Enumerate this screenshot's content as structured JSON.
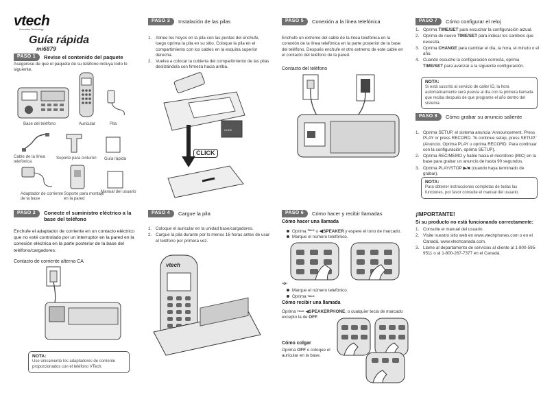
{
  "brand": {
    "logo": "vtech",
    "tagline": "Innovative Technology"
  },
  "title": "Guía rápida",
  "model": "mi6879",
  "step1": {
    "pill": "PASO 1",
    "title": "Revise el contenido del paquete",
    "text": "Asegúrese de que el paquete de su teléfono incluya todo lo siguiente.",
    "items": [
      "Base del teléfono",
      "Auricular",
      "Pila",
      "Cable de la línea telefónica",
      "Soporte para cinturón",
      "Guía rápida",
      "Adaptador de corriente de la base",
      "Soporte para montaje en la pared",
      "Manual del usuario"
    ]
  },
  "step2": {
    "pill": "PASO 2",
    "title1": "Conecte el suministro eléctrico a la",
    "title2": "base del teléfono",
    "text": "Enchufe el adaptador de corriente en un contacto eléctrico que no esté controlado por un interruptor en la pared en la conexión eléctrica en la parte posterior de la base del teléfono/cargadores.",
    "sub": "Contacto de corriente alterna CA",
    "note_title": "NOTA:",
    "note_body": "Use únicamente los adaptadores de corriente proporcionados con el teléfono VTech."
  },
  "step3": {
    "pill": "PASO 3",
    "title": "Instalación de las pilas",
    "items": [
      "Alinee los hoyos en la pila con las puntas del enchufe, luego oprima la pila en su sitio. Coloque la pila en el compartimiento con los cables en la esquina superior derecha.",
      "Vuelva a colocar la cubierta del compartimiento de las pilas deslizándola con firmeza hacia arriba."
    ],
    "click": "CLICK",
    "click_small": "CLICK"
  },
  "step4": {
    "pill": "PASO 4",
    "title": "Cargue la pila",
    "items": [
      "Coloque el auricular en la unidad base/cargadores.",
      "Cargue la pila durante por lo menos 16 horas antes de usar el teléfono por primera vez."
    ],
    "phone_logo": "vtech"
  },
  "step5": {
    "pill": "PASO 5",
    "title": "Conexión a la línea telefónica",
    "text": "Enchufe un extremo del cable de la línea telefónica en la conexión de la línea telefónica en la parte posterior de la base del teléfono. Después enchufe el otro extremo de este cable en el contacto del teléfono de la pared.",
    "sub": "Contacto del teléfono"
  },
  "step6": {
    "pill": "PASO 6",
    "title": "Cómo hacer y recibir llamadas",
    "sub1": "Cómo hacer una llamada",
    "b1a": "Oprima",
    "b1b": "o",
    "b1c": "SPEAKER",
    "b1d": "y espere el tono de marcado.",
    "b2": "Marque el número telefónico.",
    "or": "-o-",
    "b3": "Marque el número telefónico.",
    "b4": "Oprima",
    "talk": "TALK",
    "sub2": "Cómo recibir una llamada",
    "recv_a": "Oprima",
    "recv_b": "SPEAKERPHONE",
    "recv_c": ", o cualquier tecla de marcado excepto la de",
    "recv_d": "OFF",
    "sub3": "Cómo colgar",
    "hang_a": "Oprima",
    "hang_b": "OFF",
    "hang_c": "o coloque el auricular en la base."
  },
  "step7": {
    "pill": "PASO 7",
    "title": "Cómo configurar el reloj",
    "items": [
      {
        "pre": "Oprima ",
        "b": "TIME/SET",
        "post": " para escuchar la configuración actual."
      },
      {
        "pre": "Oprima de nuevo ",
        "b": "TIME/SET",
        "post": " para indicar los cambios que necesita."
      },
      {
        "pre": "Oprima ",
        "b": "CHANGE",
        "post": " para cambiar el día, la hora, el minuto o el año."
      },
      {
        "pre": "Cuando escuche la configuración correcta, oprima ",
        "b": "TIME/SET",
        "post": " para avanzar a la siguiente configuración."
      }
    ],
    "note_title": "NOTA:",
    "note_body": "Si está suscrito al servicio de caller ID, la hora automáticamente será puesta al día con la primera llamada que reciba después de que programe el año dentro del sistema."
  },
  "step8": {
    "pill": "PASO 8",
    "title": "Cómo grabar su anuncio saliente",
    "i1": "Oprima SETUP, el sistema anuncia 'Announcement. Press PLAY or press RECORD. To continue setup, press SETUP.' (Anuncio. Oprima PLAY u oprima RECORD. Para continuar con la configuración, oprima SETUP).",
    "i2": "Oprima REC/MEMO y hable hacia el micrófono (MIC) en la base para grabar un anuncio de hasta 90 segundos.",
    "i3a": "Oprima PLAY/STOP",
    "i3b": "(cuando haya terminado de grabar).",
    "note_title": "NOTA:",
    "note_body": "Para obtener instrucciones completas de todas las funciones, por favor consulte el manual del usuario."
  },
  "important": {
    "title": "¡IMPORTANTE!",
    "sub": "Si su producto no está funcionando correctamente:",
    "items": [
      "Consulte el manual del usuario.",
      "Visite nuestro sitio web en www.vtechphones.com o en el Canadá, www.vtechcanada.com.",
      "Llame al departamento de servicios al cliente al 1-800-595-9511 o al 1-800-267-7377 en el Canadá."
    ]
  }
}
